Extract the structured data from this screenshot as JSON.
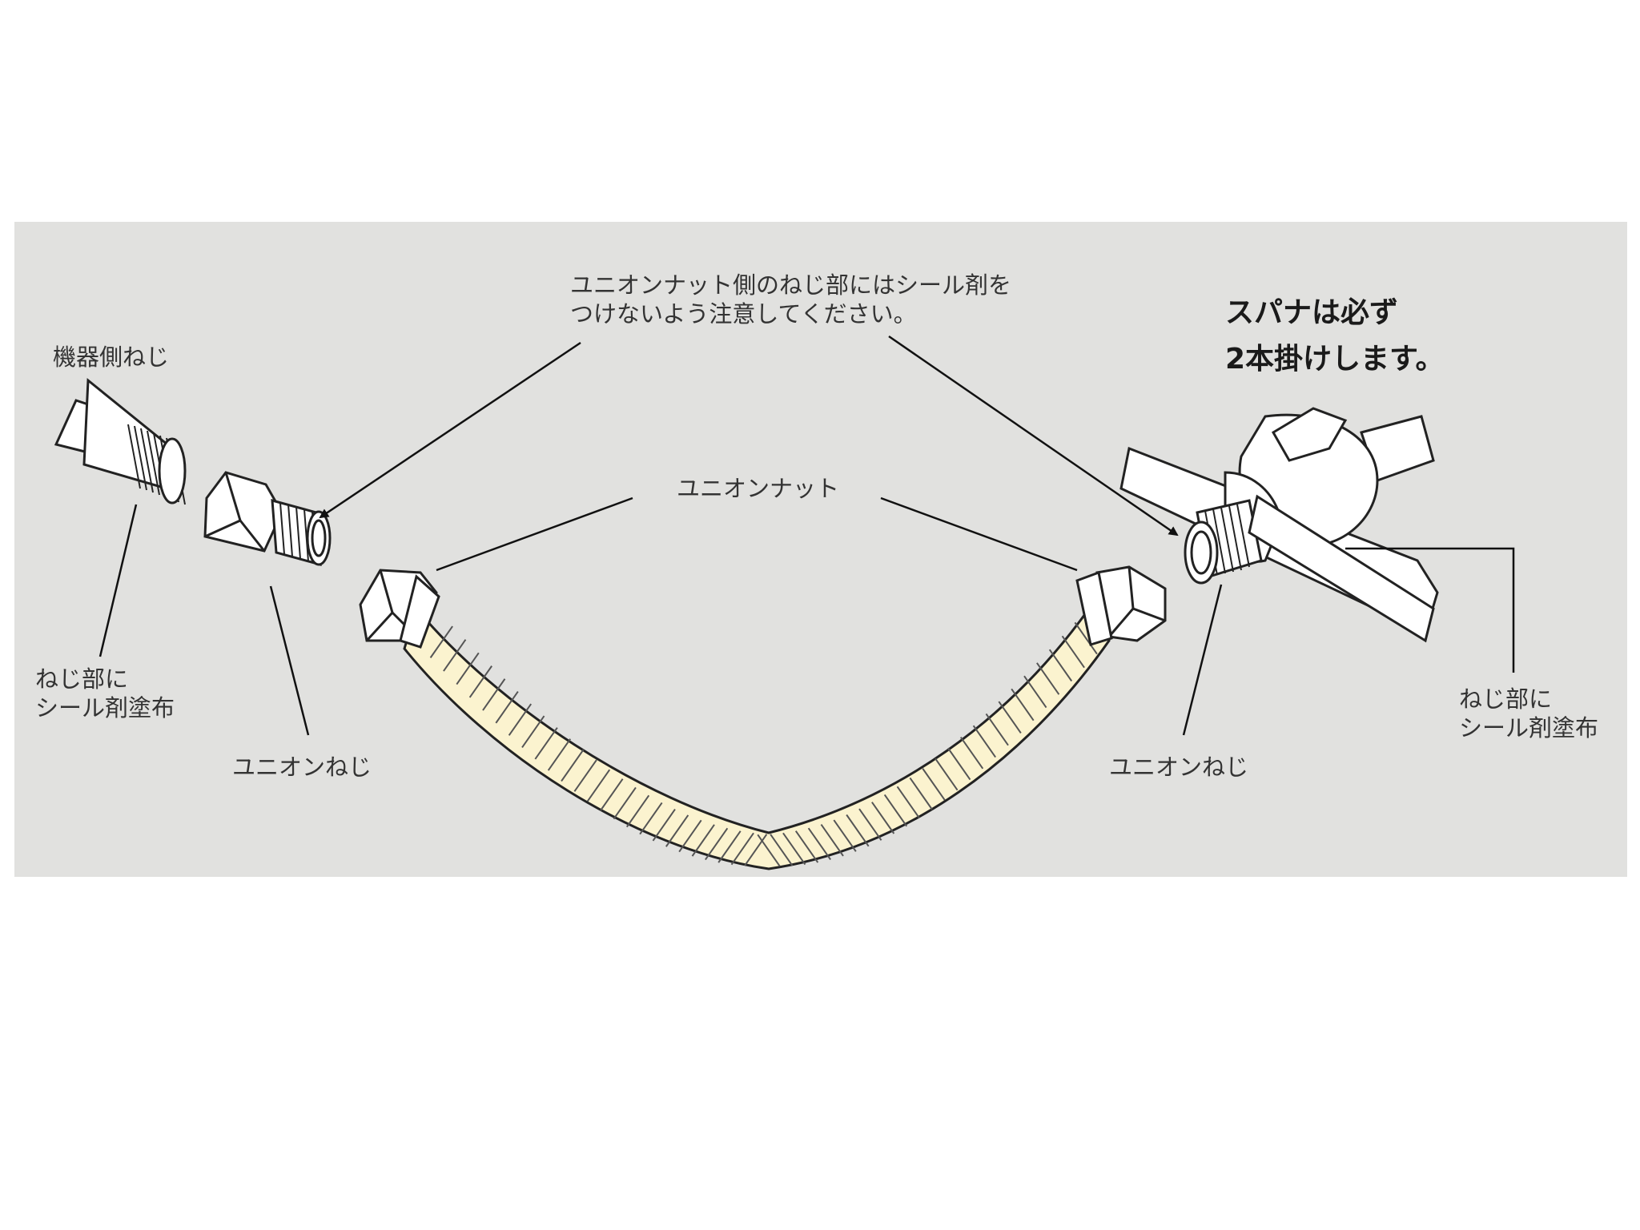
{
  "labels": {
    "device_thread": "機器側ねじ",
    "seal_note_left": [
      "ねじ部に",
      "シール剤塗布"
    ],
    "union_thread_left": "ユニオンねじ",
    "top_note": [
      "ユニオンナット側のねじ部にはシール剤を",
      "つけないよう注意してください。"
    ],
    "union_nut": "ユニオンナット",
    "wrench_note": [
      "スパナは必ず",
      "2本掛けします。"
    ],
    "union_thread_right": "ユニオンねじ",
    "seal_note_right": [
      "ねじ部に",
      "シール剤塗布"
    ]
  },
  "colors": {
    "panel_bg": "#e1e1df",
    "hose_fill": "#fbf3cf",
    "metal_fill": "#ffffff",
    "line": "#222222"
  }
}
